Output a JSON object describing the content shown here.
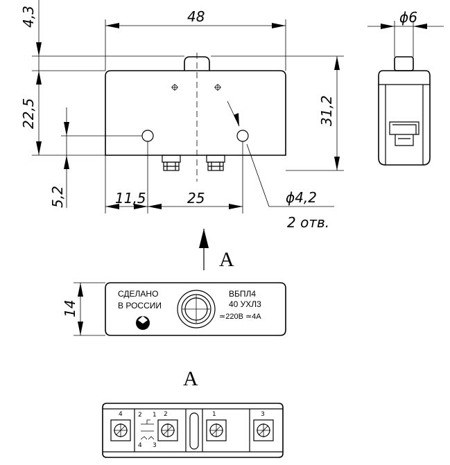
{
  "dimensions": {
    "d_4_3": "4,3",
    "d_48": "48",
    "d_phi6": "ϕ6",
    "d_22_5": "22,5",
    "d_31_2": "31,2",
    "d_5_2": "5,2",
    "d_11_5": "11,5",
    "d_25": "25",
    "d_phi4_2": "ϕ4,2",
    "d_2holes": "2 отв.",
    "d_14": "14"
  },
  "view_labels": {
    "arrow_a": "A",
    "view_a": "A"
  },
  "label_plate": {
    "left_line1": "СДЕЛАНО",
    "left_line2": "В РОССИИ",
    "right_line1": "ВБПЛ4",
    "right_line2": "40 УХЛ3",
    "right_line3": "≃220В ≃4А"
  },
  "terminals": {
    "t4": "4",
    "t2": "2",
    "t1": "1",
    "t3": "3",
    "schema_2": "2",
    "schema_1": "1",
    "schema_4": "4",
    "schema_3": "3"
  }
}
